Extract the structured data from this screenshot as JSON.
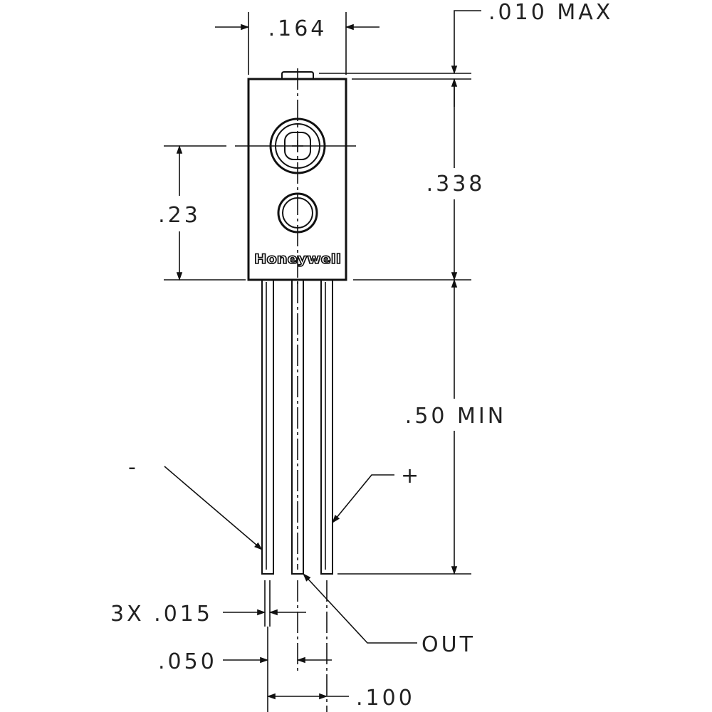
{
  "drawing": {
    "brand_label": "Honeywell",
    "dimensions": {
      "body_width": ".164",
      "lid_max": ".010 MAX",
      "body_height": ".338",
      "window_height": ".23",
      "lead_length": ".50 MIN",
      "lead_width": "3X .015",
      "lead_offset": ".050",
      "lead_pitch": ".100"
    },
    "pins": {
      "negative": "-",
      "positive": "+",
      "output": "OUT"
    }
  }
}
